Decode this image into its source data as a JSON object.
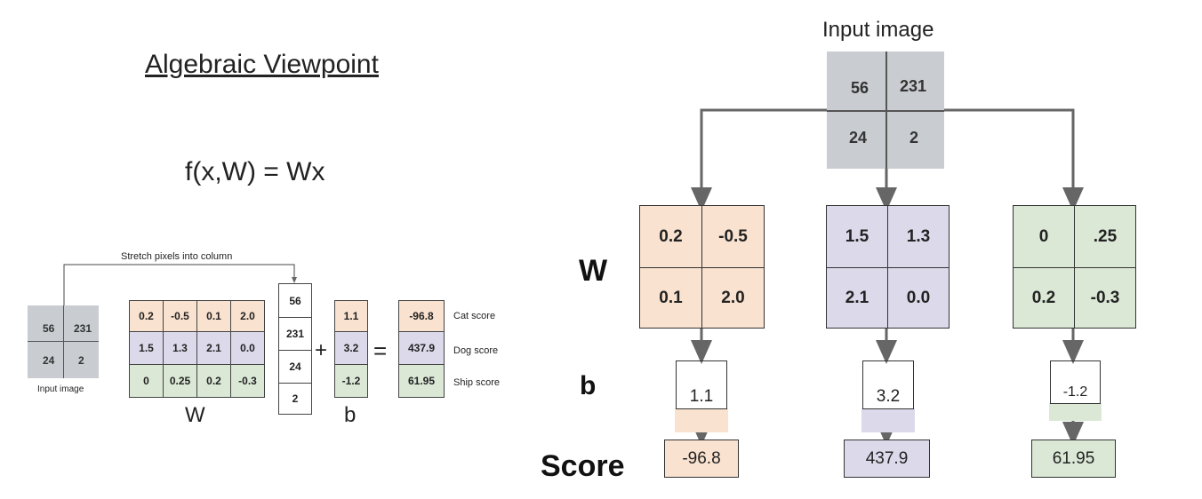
{
  "left": {
    "title": "Algebraic Viewpoint",
    "formula": "f(x,W) = Wx",
    "stretch_label": "Stretch pixels into column",
    "input_caption": "Input image",
    "image_pixels": [
      "56",
      "231",
      "24",
      "2"
    ],
    "matrix_label": "W",
    "weights": [
      [
        "0.2",
        "-0.5",
        "0.1",
        "2.0"
      ],
      [
        "1.5",
        "1.3",
        "2.1",
        "0.0"
      ],
      [
        "0",
        "0.25",
        "0.2",
        "-0.3"
      ]
    ],
    "x_column": [
      "56",
      "231",
      "24",
      "2"
    ],
    "plus": "+",
    "bias_label": "b",
    "bias": [
      "1.1",
      "3.2",
      "-1.2"
    ],
    "equals": "=",
    "scores": [
      "-96.8",
      "437.9",
      "61.95"
    ],
    "score_labels": [
      "Cat score",
      "Dog score",
      "Ship score"
    ]
  },
  "right": {
    "input_caption": "Input image",
    "image_pixels": [
      "56",
      "231",
      "24",
      "2"
    ],
    "row_labels": {
      "w": "W",
      "b": "b",
      "score": "Score"
    },
    "templates": [
      {
        "weights": [
          "0.2",
          "-0.5",
          "0.1",
          "2.0"
        ],
        "bias": "1.1",
        "score": "-96.8"
      },
      {
        "weights": [
          "1.5",
          "1.3",
          "2.1",
          "0.0"
        ],
        "bias": "3.2",
        "score": "437.9"
      },
      {
        "weights": [
          "0",
          ".25",
          "0.2",
          "-0.3"
        ],
        "bias": "-1.2",
        "score": "61.95"
      }
    ]
  },
  "colors": {
    "cat": "#f9e2cf",
    "dog": "#dcd9ea",
    "ship": "#dbe8d6",
    "arrow": "#666666"
  }
}
